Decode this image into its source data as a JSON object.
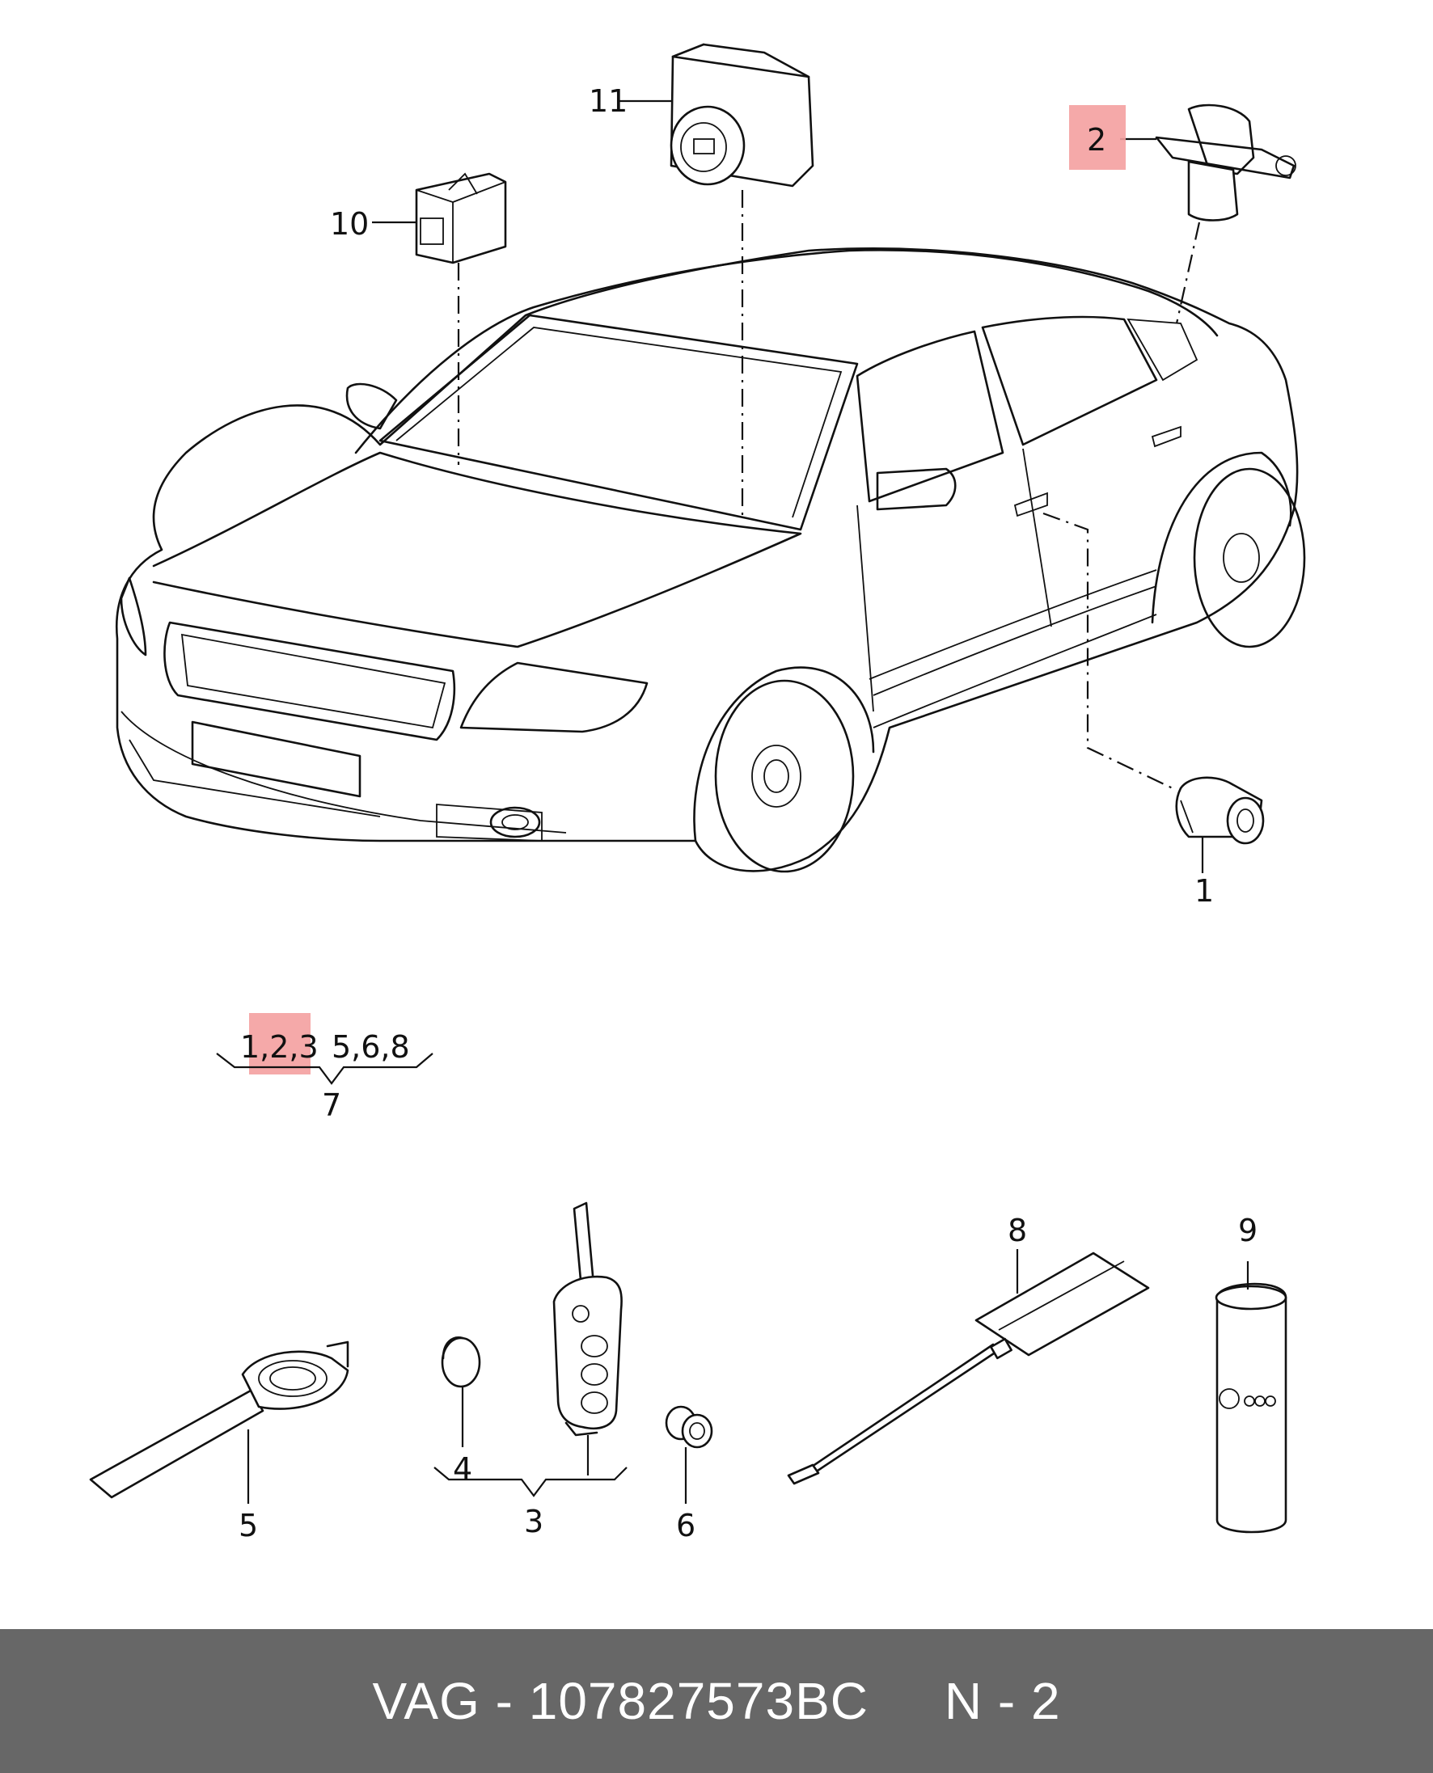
{
  "diagram": {
    "callouts": [
      {
        "id": "1",
        "text": "1"
      },
      {
        "id": "2",
        "text": "2",
        "highlighted": true
      },
      {
        "id": "10",
        "text": "10"
      },
      {
        "id": "11",
        "text": "11"
      },
      {
        "id": "3",
        "text": "3"
      },
      {
        "id": "4",
        "text": "4"
      },
      {
        "id": "5",
        "text": "5"
      },
      {
        "id": "6",
        "text": "6"
      },
      {
        "id": "8",
        "text": "8"
      },
      {
        "id": "9",
        "text": "9"
      }
    ],
    "group_note": {
      "items_left": "1,2,3",
      "items_right": "5,6,8",
      "result": "7",
      "highlighted": "2,3"
    }
  },
  "footer": {
    "brand": "VAG",
    "part_number": "107827573BC",
    "position": "N - 2",
    "text": "VAG - 107827573BC     N - 2"
  },
  "colors": {
    "highlight": "#f4a0a0",
    "footer_bg": "#676767",
    "footer_text": "#ffffff",
    "line": "#111111"
  }
}
